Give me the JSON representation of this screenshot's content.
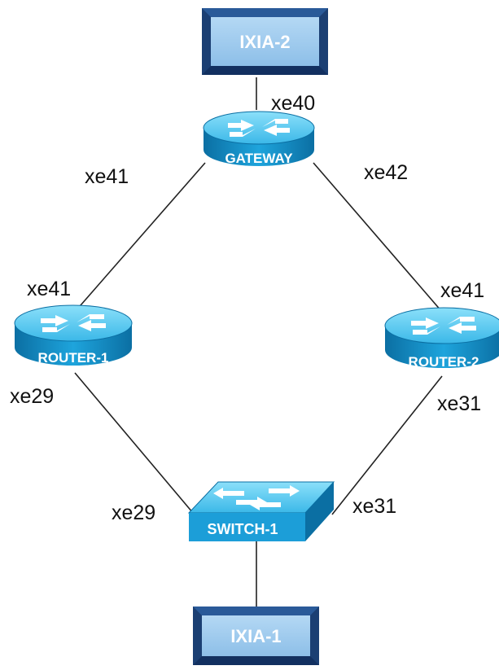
{
  "colors": {
    "device_top": "#6fd3f5",
    "device_body": "#1c9ed8",
    "device_dark": "#0b6fa3",
    "ixia_fill": "#9cc8ec",
    "ixia_border": "#1b3f73",
    "link": "#222222"
  },
  "nodes": {
    "ixia2": {
      "label": "IXIA-2",
      "kind": "traffic-generator"
    },
    "gateway": {
      "label": "GATEWAY",
      "kind": "router"
    },
    "router1": {
      "label": "ROUTER-1",
      "kind": "router"
    },
    "router2": {
      "label": "ROUTER-2",
      "kind": "router"
    },
    "switch1": {
      "label": "SWITCH-1",
      "kind": "switch"
    },
    "ixia1": {
      "label": "IXIA-1",
      "kind": "traffic-generator"
    }
  },
  "links": [
    {
      "from": "ixia2",
      "to": "gateway",
      "to_port": "xe40"
    },
    {
      "from": "gateway",
      "to": "router1",
      "from_port": "xe41",
      "to_port": "xe41"
    },
    {
      "from": "gateway",
      "to": "router2",
      "from_port": "xe42",
      "to_port": "xe41"
    },
    {
      "from": "router1",
      "to": "switch1",
      "from_port": "xe29",
      "to_port": "xe29"
    },
    {
      "from": "router2",
      "to": "switch1",
      "from_port": "xe31",
      "to_port": "xe31"
    },
    {
      "from": "switch1",
      "to": "ixia1"
    }
  ]
}
